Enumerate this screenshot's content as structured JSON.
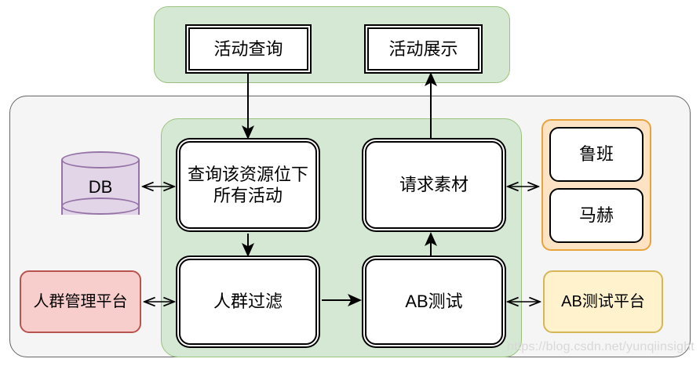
{
  "diagram": {
    "title_text": "",
    "colors": {
      "green_fill": "#d5e8d4",
      "green_stroke": "#9ac27e",
      "gray_fill": "#f5f5f5",
      "gray_stroke": "#666666",
      "orange_fill": "#fde2c4",
      "orange_stroke": "#e8a33d",
      "purple_fill": "#e1d5e7",
      "purple_stroke": "#9673a6",
      "red_fill": "#f8cecc",
      "red_stroke": "#b85450",
      "yellow_fill": "#fff2cc",
      "yellow_stroke": "#d6b656",
      "node_stroke": "#000000",
      "watermark": "#d8d8d8"
    },
    "containers": {
      "top_group_label": "",
      "outer_group_label": "",
      "inner_group_label": "",
      "material_group_label": ""
    },
    "nodes": {
      "activity_query": "活动查询",
      "activity_display": "活动展示",
      "query_all_activities": "查询该资源位下\n所有活动",
      "request_material": "请求素材",
      "crowd_filter": "人群过滤",
      "ab_test": "AB测试",
      "luban": "鲁班",
      "mach": "马赫",
      "db": "DB",
      "crowd_platform": "人群管理平台",
      "ab_platform": "AB测试平台"
    },
    "edges": [
      {
        "from": "activity_query",
        "to": "query_all_activities",
        "type": "arrow-down"
      },
      {
        "from": "query_all_activities",
        "to": "crowd_filter",
        "type": "arrow-down"
      },
      {
        "from": "crowd_filter",
        "to": "ab_test",
        "type": "arrow-right"
      },
      {
        "from": "ab_test",
        "to": "request_material",
        "type": "arrow-up"
      },
      {
        "from": "request_material",
        "to": "activity_display",
        "type": "arrow-up"
      },
      {
        "from": "db",
        "to": "query_all_activities",
        "type": "bidirectional"
      },
      {
        "from": "crowd_platform",
        "to": "crowd_filter",
        "type": "bidirectional"
      },
      {
        "from": "ab_test",
        "to": "ab_platform",
        "type": "bidirectional"
      },
      {
        "from": "request_material",
        "to": "material_group",
        "type": "bidirectional"
      }
    ],
    "watermark": "https://blog.csdn.net/yunqiinsight"
  }
}
